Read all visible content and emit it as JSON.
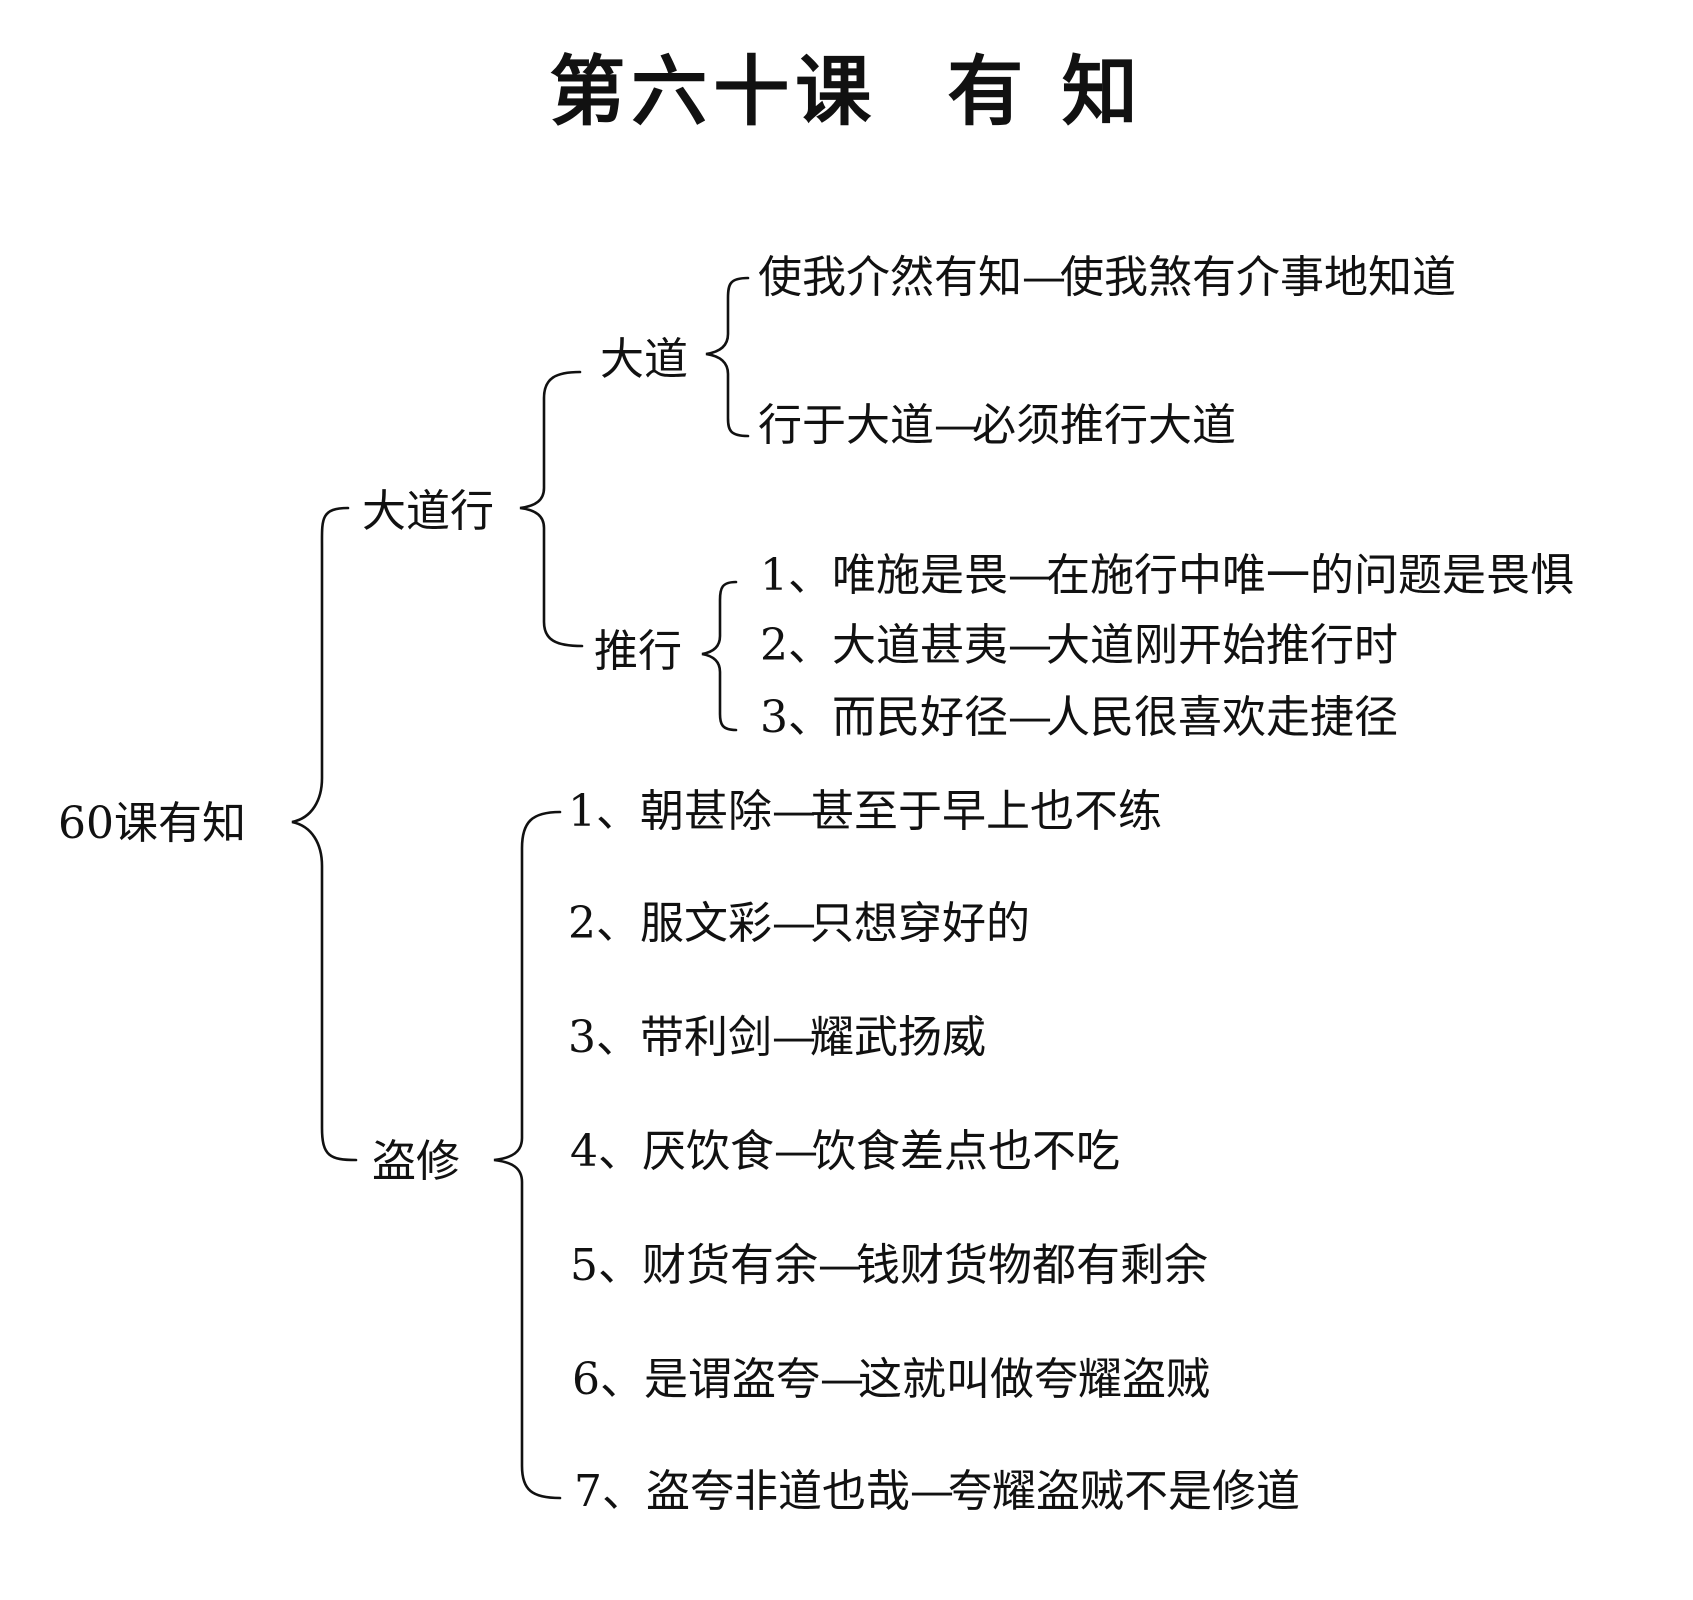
{
  "title": {
    "part1": "第六十课",
    "part2": "有 知"
  },
  "root": "60课有知",
  "branches": [
    {
      "label": "大道行",
      "children": [
        {
          "label": "大道",
          "items": [
            {
              "term": "使我介然有知",
              "sep": "—",
              "gloss": "使我煞有介事地知道"
            },
            {
              "term": "行于大道",
              "sep": "—",
              "gloss": "必须推行大道"
            }
          ]
        },
        {
          "label": "推行",
          "items": [
            {
              "term": "1、唯施是畏",
              "sep": "—",
              "gloss": "在施行中唯一的问题是畏惧"
            },
            {
              "term": "2、大道甚夷",
              "sep": "—",
              "gloss": "大道刚开始推行时"
            },
            {
              "term": "3、而民好径",
              "sep": "—",
              "gloss": "人民很喜欢走捷径"
            }
          ]
        }
      ]
    },
    {
      "label": "盗修",
      "items": [
        {
          "term": "1、朝甚除",
          "sep": "—",
          "gloss": "甚至于早上也不练"
        },
        {
          "term": "2、服文彩",
          "sep": "—",
          "gloss": "只想穿好的"
        },
        {
          "term": "3、带利剑",
          "sep": "—",
          "gloss": "耀武扬威"
        },
        {
          "term": "4、厌饮食",
          "sep": "—",
          "gloss": "饮食差点也不吃"
        },
        {
          "term": "5、财货有余",
          "sep": "—",
          "gloss": "钱财货物都有剩余"
        },
        {
          "term": "6、是谓盗夸",
          "sep": "—",
          "gloss": "这就叫做夸耀盗贼"
        },
        {
          "term": "7、盗夸非道也哉",
          "sep": "—",
          "gloss": "夸耀盗贼不是修道"
        }
      ]
    }
  ]
}
